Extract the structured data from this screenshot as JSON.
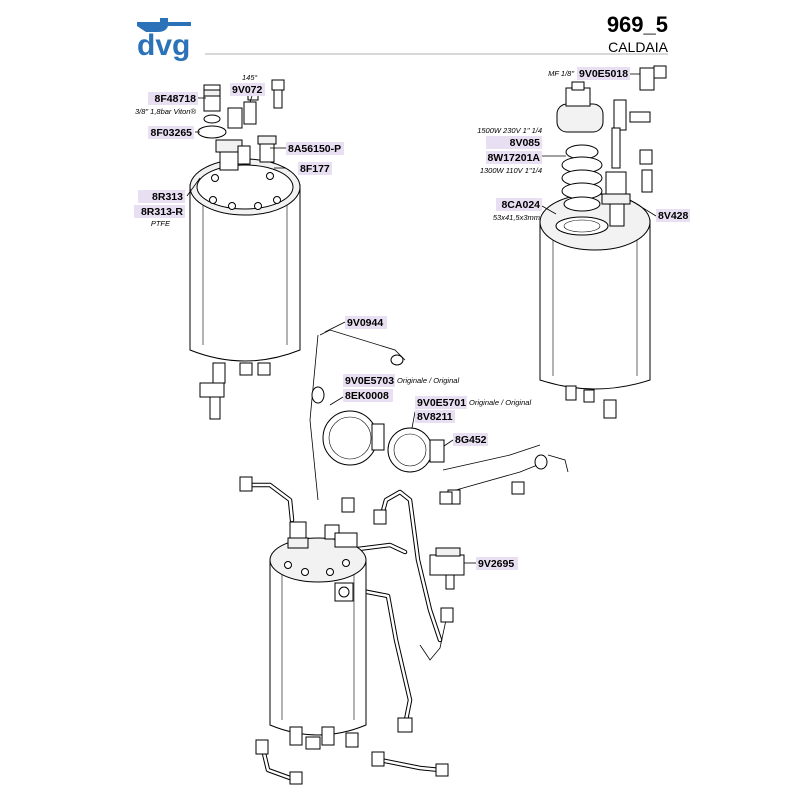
{
  "header": {
    "logo_text": "dvg",
    "code": "969_5",
    "title": "CALDAIA",
    "accent_color": "#2b72b9"
  },
  "labels": {
    "l1": {
      "codes": [
        "9V072"
      ],
      "notes": [
        "145°"
      ]
    },
    "l2": {
      "codes": [
        "8F48718"
      ],
      "notes": [
        "3/8\" 1,8bar Viton®"
      ]
    },
    "l3": {
      "codes": [
        "8F03265"
      ],
      "notes": []
    },
    "l4": {
      "codes": [
        "8A56150-P"
      ],
      "notes": []
    },
    "l5": {
      "codes": [
        "8F177"
      ],
      "notes": []
    },
    "l6": {
      "codes": [
        "8R313",
        "8R313-R"
      ],
      "notes": [
        "PTFE"
      ]
    },
    "l7": {
      "codes": [
        "9V0E5018"
      ],
      "notes": [
        "MF 1/8\""
      ]
    },
    "l8": {
      "codes": [
        "8V085",
        "8W17201A"
      ],
      "notes": [
        "1500W 230V 1\" 1/4",
        "1300W 110V 1\"1/4"
      ]
    },
    "l9": {
      "codes": [
        "8CA024"
      ],
      "notes": [
        "53x41,5x3mm"
      ]
    },
    "l10": {
      "codes": [
        "8V428"
      ],
      "notes": []
    },
    "l11": {
      "codes": [
        "9V0944"
      ],
      "notes": []
    },
    "l12": {
      "codes": [
        "9V0E5703",
        "8EK0008"
      ],
      "notes": [
        "Originale / Original"
      ]
    },
    "l13": {
      "codes": [
        "9V0E5701",
        "8V8211"
      ],
      "notes": [
        "Originale / Original"
      ]
    },
    "l14": {
      "codes": [
        "8G452"
      ],
      "notes": []
    },
    "l15": {
      "codes": [
        "9V2695"
      ],
      "notes": []
    }
  },
  "colors": {
    "tag_fill": "#e9dff3",
    "line": "#000000",
    "rule": "#999999"
  }
}
